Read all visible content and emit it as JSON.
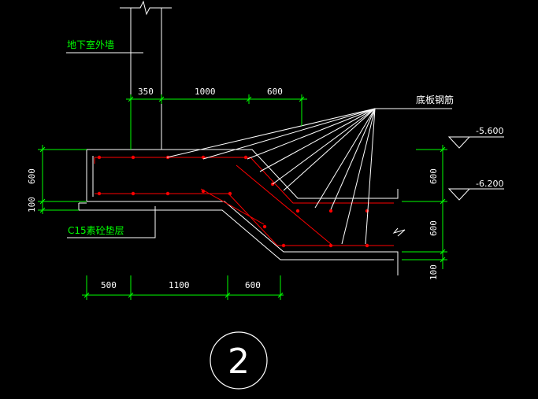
{
  "labels": {
    "wall": "地下室外墙",
    "bottom_rebar": "底板钢筋",
    "cushion": "C15素砼垫层",
    "detail_no": "2"
  },
  "elevations": {
    "upper": "-5.600",
    "lower": "-6.200"
  },
  "dims_top": [
    "350",
    "1000",
    "600"
  ],
  "dims_bottom": [
    "500",
    "1100",
    "600"
  ],
  "dims_left": [
    "600",
    "100"
  ],
  "dims_right": [
    "600",
    "600",
    "100"
  ],
  "colors": {
    "background": "#000000",
    "concrete": "#ffffff",
    "rebar": "#ff0000",
    "dimension": "#00ff00",
    "text": "#ffffff"
  }
}
